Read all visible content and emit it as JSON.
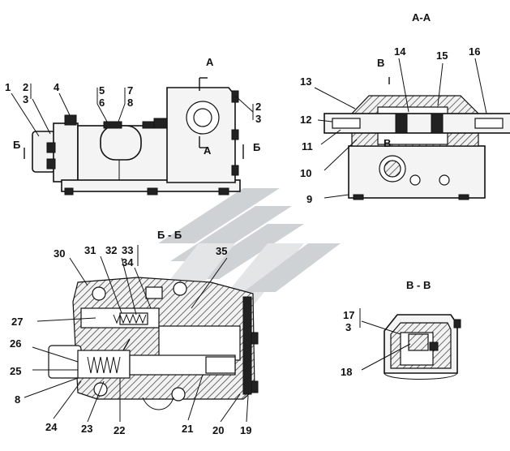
{
  "sections": {
    "aa_title": "А-А",
    "bb_title": "Б - Б",
    "vv_title": "В - В",
    "cut_a_top": "А",
    "cut_a_bottom": "А",
    "cut_b_left": "Б",
    "cut_b_right": "Б",
    "cut_v_aa": "В",
    "cut_v_inner": "В"
  },
  "callouts": {
    "c1": "1",
    "c2_3_left": "2",
    "c3_left": "3",
    "c4": "4",
    "c5": "5",
    "c6": "6",
    "c7": "7",
    "c8_top": "8",
    "c2_right": "2",
    "c3_right": "3",
    "c9": "9",
    "c10": "10",
    "c11": "11",
    "c12": "12",
    "c13": "13",
    "c14": "14",
    "c15": "15",
    "c16": "16",
    "c17": "17",
    "c3_vv": "3",
    "c18": "18",
    "c19": "19",
    "c20": "20",
    "c21": "21",
    "c22": "22",
    "c23": "23",
    "c24": "24",
    "c8_bb": "8",
    "c25": "25",
    "c26": "26",
    "c27": "27",
    "c30": "30",
    "c31": "31",
    "c32": "32",
    "c33": "33",
    "c34": "34",
    "c35": "35"
  }
}
